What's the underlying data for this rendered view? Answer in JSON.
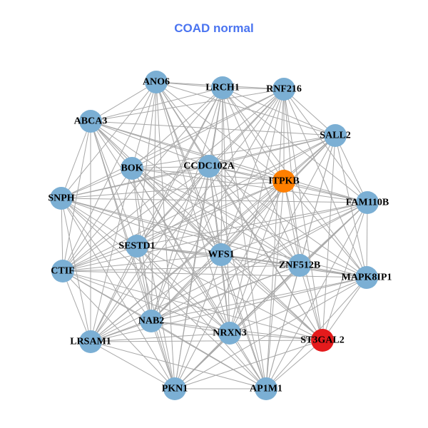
{
  "title": "COAD normal",
  "colors": {
    "title": "#4a74f0",
    "default_node": "#7bafd4",
    "edge": "#a8a8a8",
    "highlight_orange": "#ff7f00",
    "highlight_red": "#e41a1c"
  },
  "nodes": [
    {
      "name": "ANO6",
      "color": "#7bafd4"
    },
    {
      "name": "LRCH1",
      "color": "#7bafd4"
    },
    {
      "name": "RNF216",
      "color": "#7bafd4"
    },
    {
      "name": "ABCA3",
      "color": "#7bafd4"
    },
    {
      "name": "SALL2",
      "color": "#7bafd4"
    },
    {
      "name": "BOK",
      "color": "#7bafd4"
    },
    {
      "name": "CCDC102A",
      "color": "#7bafd4"
    },
    {
      "name": "ITPKB",
      "color": "#ff7f00"
    },
    {
      "name": "SNPH",
      "color": "#7bafd4"
    },
    {
      "name": "FAM110B",
      "color": "#7bafd4"
    },
    {
      "name": "SESTD1",
      "color": "#7bafd4"
    },
    {
      "name": "WFS1",
      "color": "#7bafd4"
    },
    {
      "name": "ZNF512B",
      "color": "#7bafd4"
    },
    {
      "name": "CTIF",
      "color": "#7bafd4"
    },
    {
      "name": "MAPK8IP1",
      "color": "#7bafd4"
    },
    {
      "name": "NAB2",
      "color": "#7bafd4"
    },
    {
      "name": "NRXN3",
      "color": "#7bafd4"
    },
    {
      "name": "ST3GAL2",
      "color": "#e41a1c"
    },
    {
      "name": "LRSAM1",
      "color": "#7bafd4"
    },
    {
      "name": "PKN1",
      "color": "#7bafd4"
    },
    {
      "name": "AP1M1",
      "color": "#7bafd4"
    }
  ],
  "adjacency": {
    "0": [
      1,
      2,
      3,
      4,
      5,
      6,
      7,
      8,
      10,
      11,
      12,
      13,
      15,
      16,
      17,
      19,
      20
    ],
    "1": [
      2,
      3,
      4,
      5,
      6,
      7,
      9,
      10,
      11,
      12,
      13,
      14,
      15,
      16,
      18,
      19,
      20
    ],
    "2": [
      3,
      4,
      5,
      6,
      7,
      8,
      9,
      10,
      11,
      12,
      13,
      14,
      15,
      16,
      17,
      18,
      20
    ],
    "3": [
      4,
      5,
      6,
      7,
      8,
      9,
      10,
      11,
      12,
      13,
      15,
      16,
      17,
      18,
      19
    ],
    "4": [
      5,
      6,
      7,
      8,
      9,
      10,
      11,
      12,
      13,
      14,
      15,
      16,
      17,
      18,
      20
    ],
    "5": [
      6,
      7,
      8,
      9,
      11,
      12,
      13,
      14,
      15,
      16,
      17,
      18,
      19,
      20
    ],
    "6": [
      7,
      8,
      9,
      10,
      11,
      12,
      13,
      14,
      15,
      16,
      17,
      18,
      19,
      20
    ],
    "7": [
      8,
      9,
      10,
      11,
      12,
      13,
      14,
      15,
      16,
      17,
      18,
      19,
      20
    ],
    "8": [
      9,
      10,
      11,
      12,
      13,
      14,
      15,
      16,
      18,
      19,
      20
    ],
    "9": [
      10,
      11,
      12,
      13,
      14,
      15,
      16,
      17,
      18,
      19,
      20
    ],
    "10": [
      11,
      12,
      13,
      14,
      15,
      16,
      17,
      18,
      19,
      20
    ],
    "11": [
      12,
      13,
      14,
      15,
      16,
      17,
      18,
      19,
      20
    ],
    "12": [
      13,
      14,
      15,
      16,
      17,
      18,
      19,
      20
    ],
    "13": [
      14,
      15,
      16,
      17,
      18,
      19,
      20
    ],
    "14": [
      15,
      16,
      17,
      18,
      19,
      20
    ],
    "15": [
      16,
      17,
      18,
      19,
      20
    ],
    "16": [
      17,
      18,
      19,
      20
    ],
    "17": [
      18,
      19,
      20
    ],
    "18": [
      19,
      20
    ],
    "19": [
      20
    ]
  }
}
